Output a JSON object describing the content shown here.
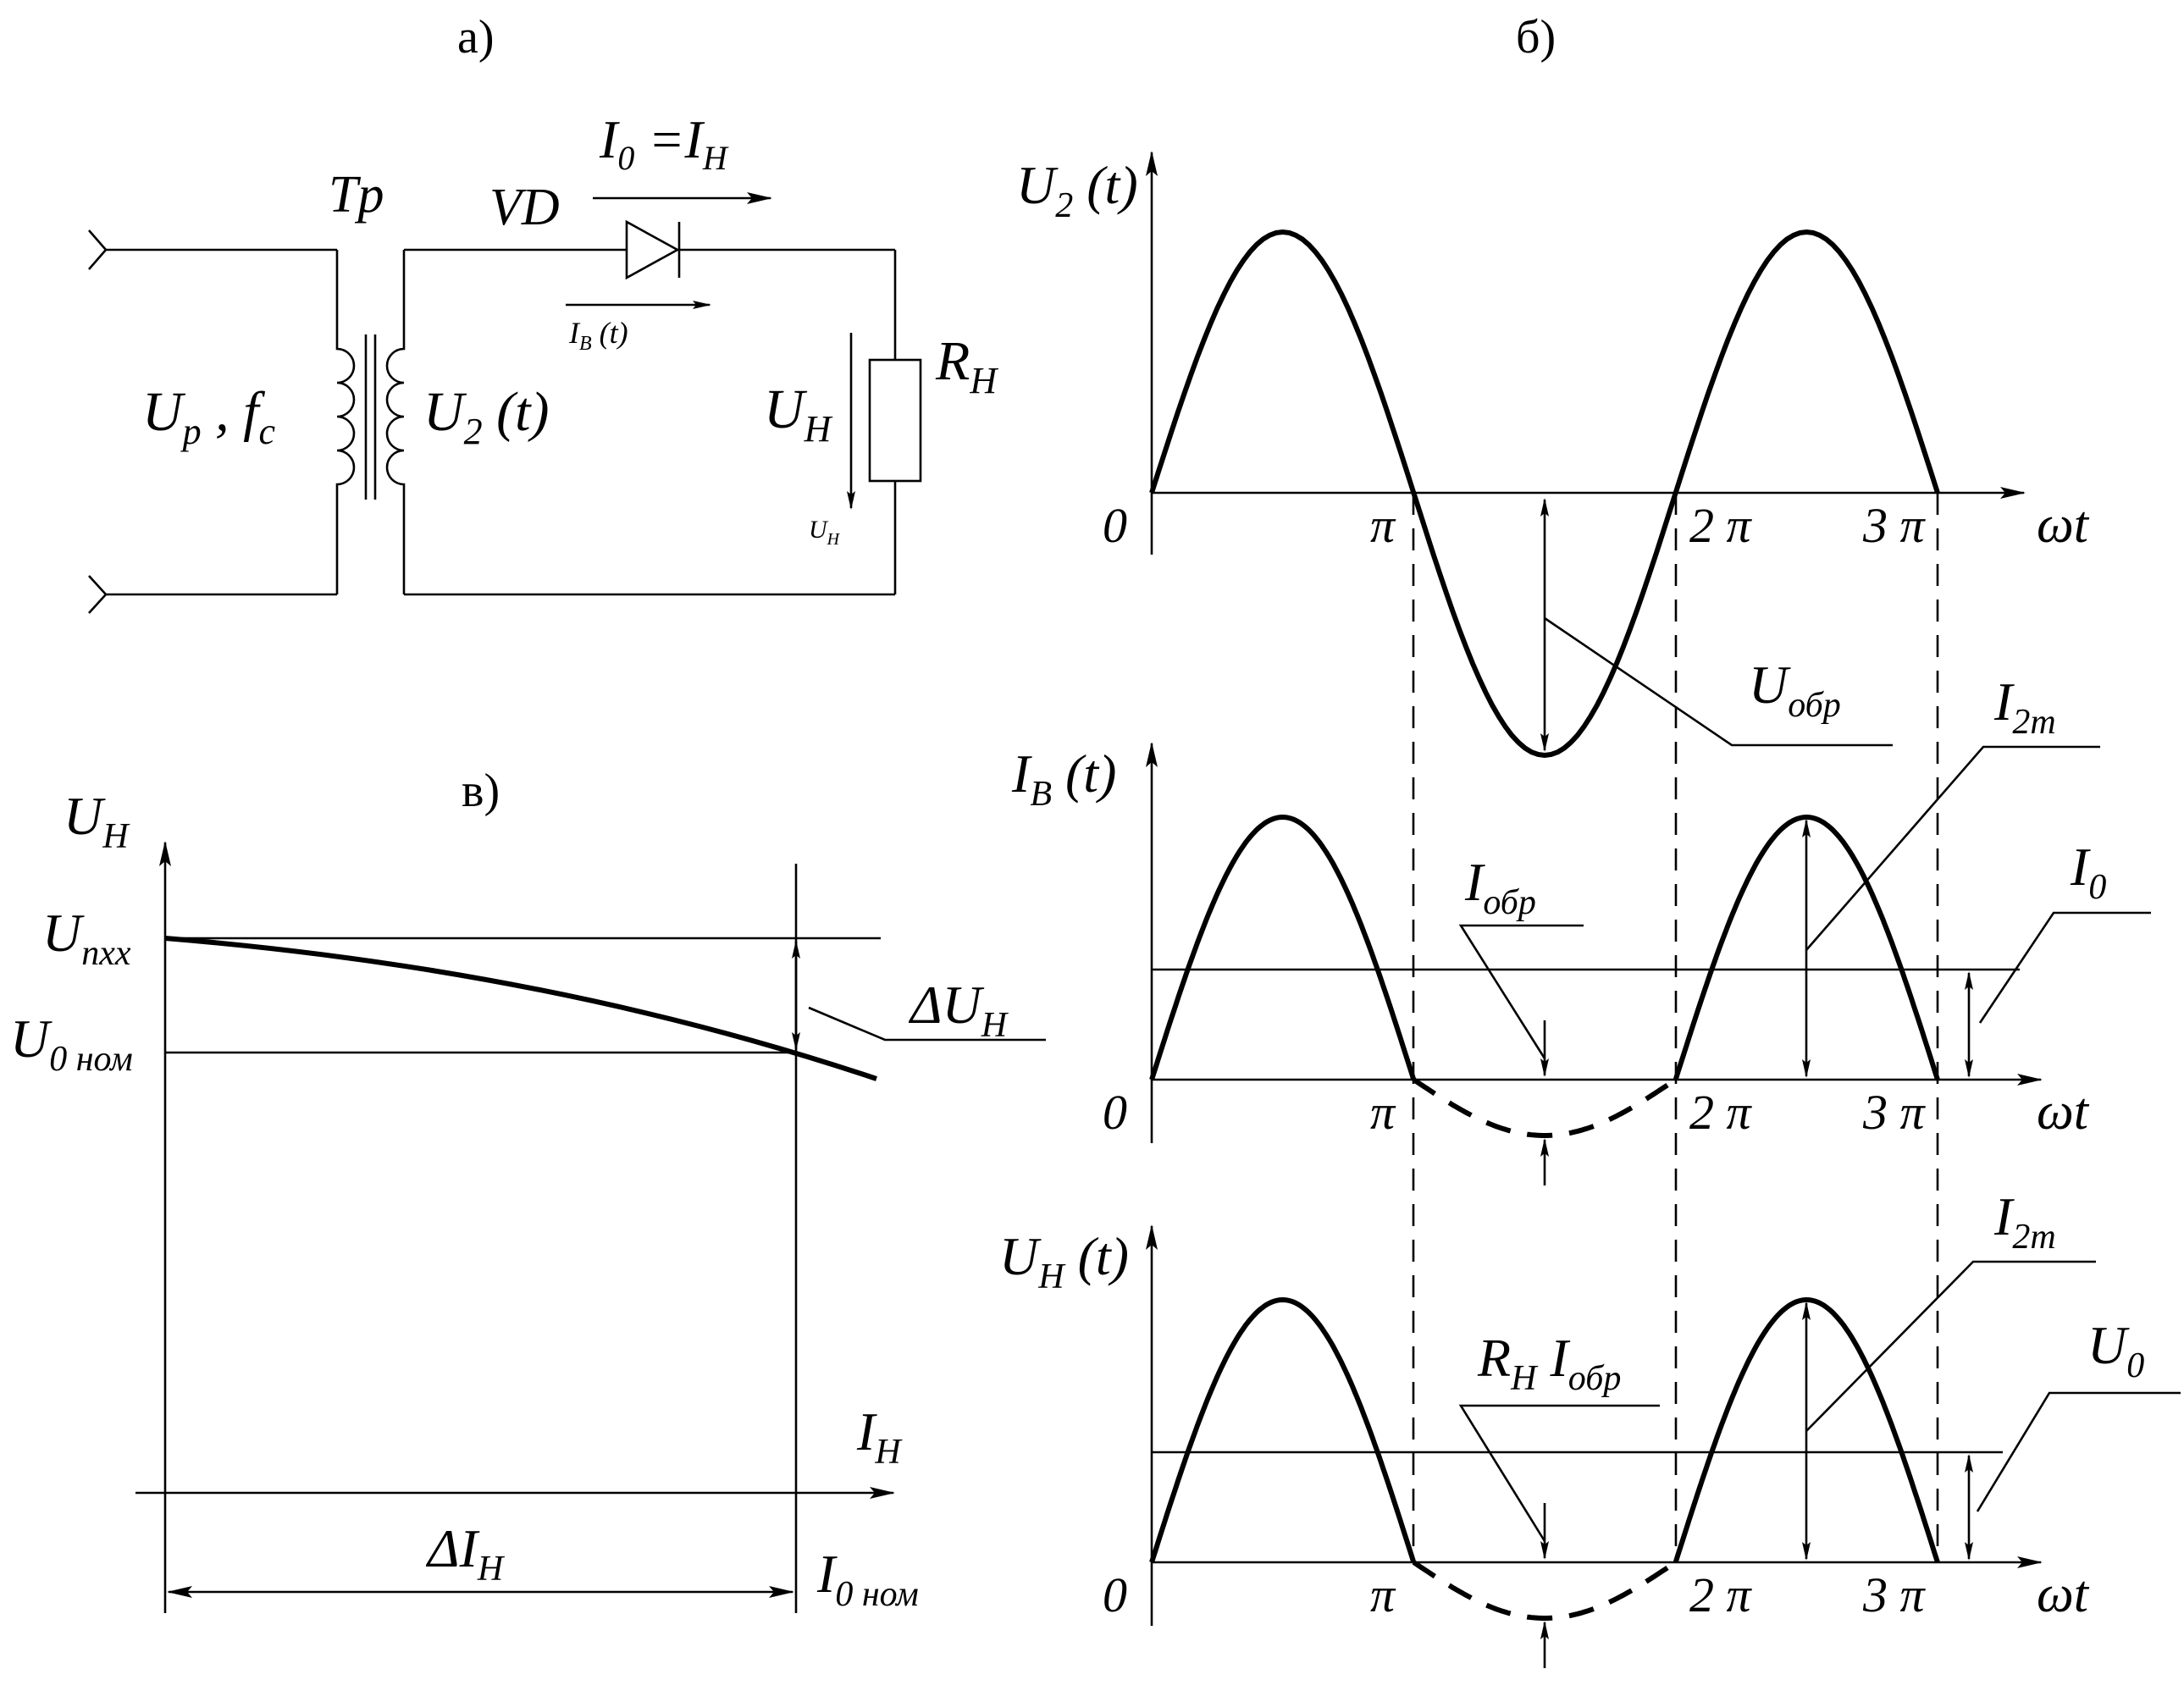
{
  "panels": {
    "a": {
      "label": "а)"
    },
    "b": {
      "label": "б)"
    },
    "c": {
      "label": "в)"
    }
  },
  "circuit": {
    "transformer": "Tp",
    "diode": "VD",
    "current_main": "I",
    "current_main_sub": "0",
    "current_eq": " =I",
    "current_eq_sub": "H",
    "diode_current": "I",
    "diode_current_sub": "B",
    "diode_current_tail": " (t)",
    "input_voltage": "U",
    "input_voltage_sub": "p",
    "input_voltage_mid": " , f",
    "input_voltage_sub2": "c",
    "secondary_voltage": "U",
    "secondary_voltage_sub": "2",
    "secondary_voltage_tail": " (t)",
    "load_voltage": "U",
    "load_voltage_sub": "H",
    "load_voltage_small": "U",
    "load_voltage_small_sub": "H",
    "load_resistor": "R",
    "load_resistor_sub": "H"
  },
  "waveforms": {
    "u2": {
      "ylabel": "U",
      "ylabel_sub": "2",
      "ylabel_tail": " (t)",
      "reverse_label": "U",
      "reverse_label_sub": "обр"
    },
    "ib": {
      "ylabel": "I",
      "ylabel_sub": "B",
      "ylabel_tail": " (t)",
      "reverse_label": "I",
      "reverse_label_sub": "обр",
      "amp_label": "I",
      "amp_label_sub": "2m",
      "dc_label": "I",
      "dc_label_sub": "0"
    },
    "uh": {
      "ylabel": "U",
      "ylabel_sub": "H",
      "ylabel_tail": " (t)",
      "reverse_label_r": "R",
      "reverse_label_r_sub": "H",
      "reverse_label_i": " I",
      "reverse_label_i_sub": "обр",
      "amp_label": "I",
      "amp_label_sub": "2m",
      "dc_label": "U",
      "dc_label_sub": "0"
    },
    "xlabel": "ωt",
    "ticks": [
      "0",
      "π",
      "2 π",
      "3 π"
    ]
  },
  "load_characteristic": {
    "ylabel": "U",
    "ylabel_sub": "H",
    "xlabel": "I",
    "xlabel_sub": "H",
    "u_noload": "U",
    "u_noload_sub": "nxx",
    "u_nominal": "U",
    "u_nominal_sub": "0 ном",
    "delta_u": "ΔU",
    "delta_u_sub": "H",
    "delta_i": "ΔI",
    "delta_i_sub": "H",
    "i_nominal": "I",
    "i_nominal_sub": "0  ном"
  }
}
